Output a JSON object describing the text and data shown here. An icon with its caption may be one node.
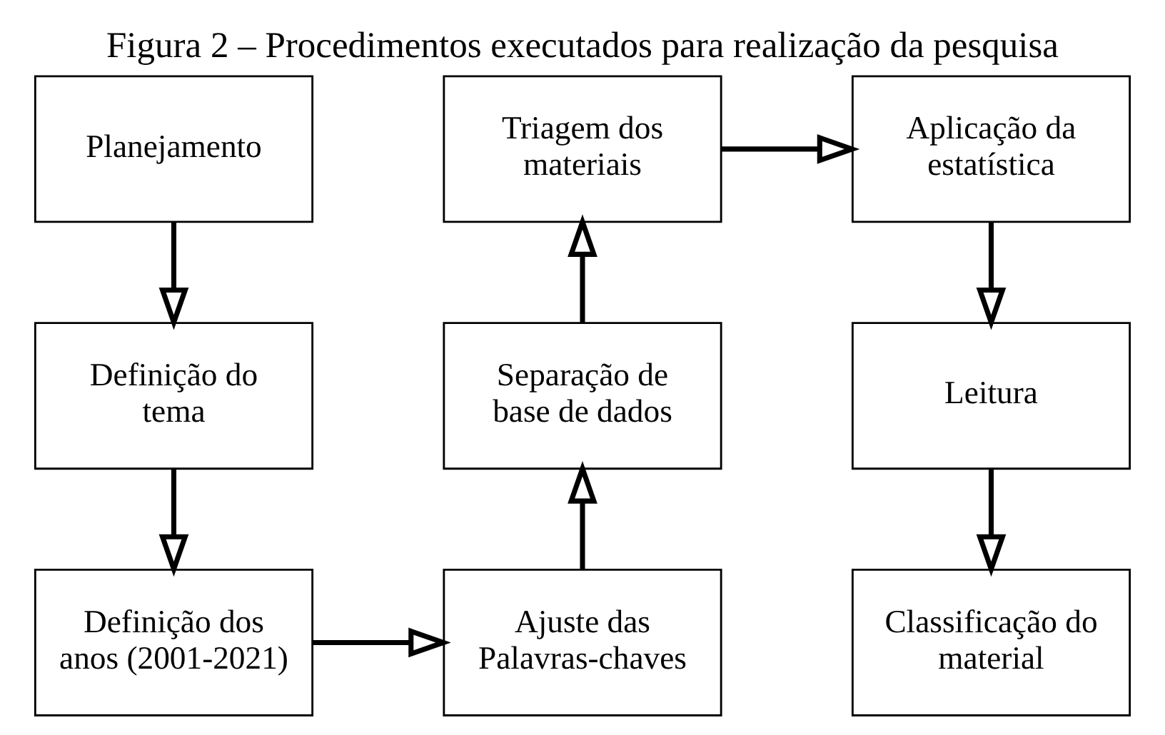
{
  "diagram": {
    "title": "Figura 2 – Procedimentos executados para realização da pesquisa",
    "nodes": [
      {
        "text": [
          "Planejamento"
        ]
      },
      {
        "text": [
          "Definição do tema"
        ]
      },
      {
        "text": [
          "Definição dos anos (2001-2021)"
        ]
      },
      {
        "text": [
          "Ajuste das Palavras-chaves"
        ]
      },
      {
        "text": [
          "Separação de base de dados"
        ]
      },
      {
        "text": [
          "Triagem dos materiais"
        ]
      },
      {
        "text": [
          "Aplicação da estatística"
        ]
      },
      {
        "text": [
          "Leitura"
        ]
      },
      {
        "text": [
          "Classificação do material"
        ]
      }
    ],
    "edges": [
      {
        "from": 0,
        "to": 1,
        "arrow": "to"
      },
      {
        "from": 1,
        "to": 2,
        "arrow": "to"
      },
      {
        "from": 2,
        "to": 3,
        "arrow": "to"
      },
      {
        "from": 3,
        "to": 4,
        "arrow": "to"
      },
      {
        "from": 4,
        "to": 5,
        "arrow": "to"
      },
      {
        "from": 5,
        "to": 6,
        "arrow": "to"
      },
      {
        "from": 6,
        "to": 7,
        "arrow": "to"
      },
      {
        "from": 7,
        "to": 8,
        "arrow": "to"
      }
    ]
  }
}
